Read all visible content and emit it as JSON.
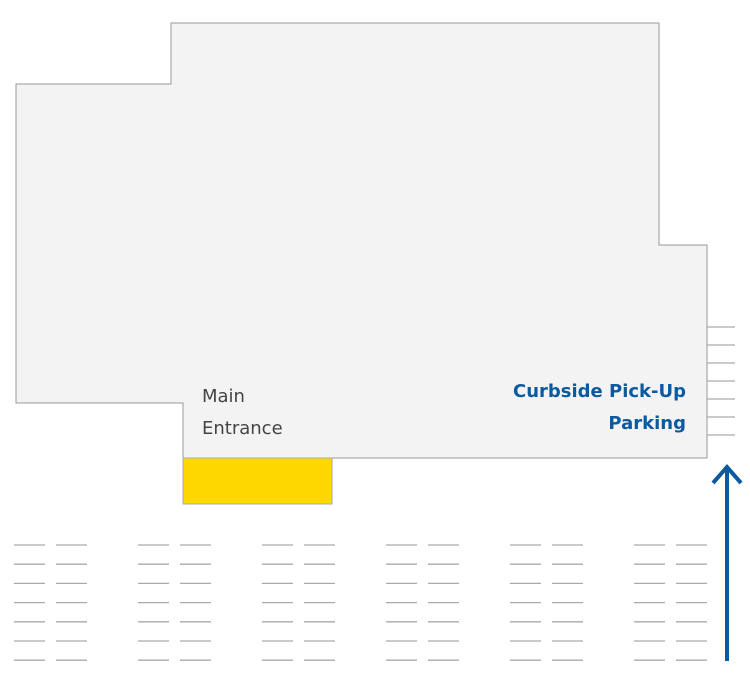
{
  "labels": {
    "main_entrance_line1": "Main",
    "main_entrance_line2": "Entrance",
    "curbside_line1": "Curbside Pick-Up",
    "curbside_line2": "Parking"
  },
  "parking": {
    "lot_groups": 6,
    "rows_per_group": 7,
    "curbside_spaces": 7
  },
  "colors": {
    "building_fill": "#f3f3f3",
    "building_stroke": "#999999",
    "entrance": "#ffd800",
    "accent": "#0b5aa0",
    "parking_line": "#aaaaaa"
  }
}
